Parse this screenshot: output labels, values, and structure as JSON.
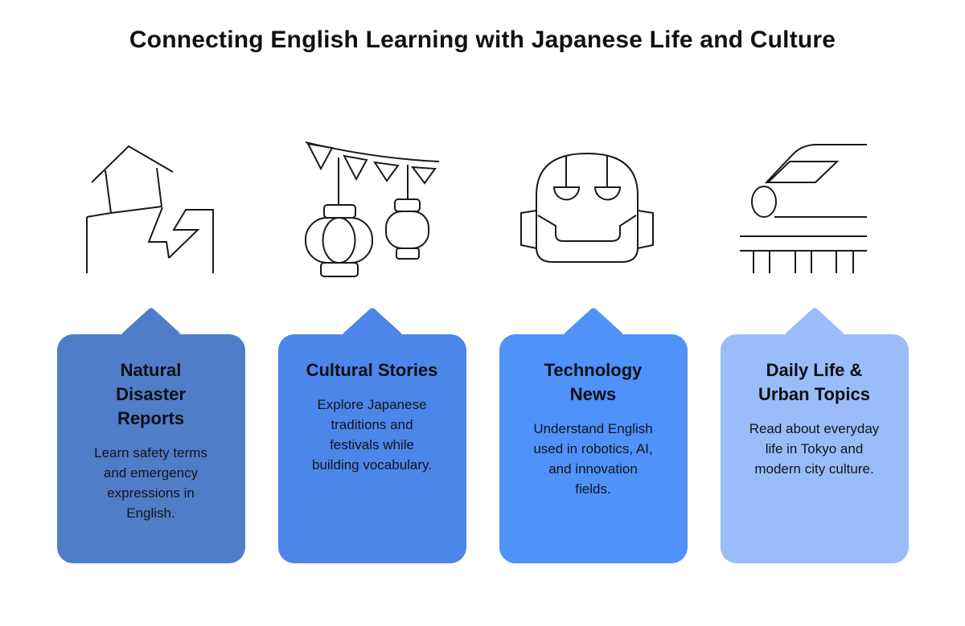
{
  "page": {
    "title": "Connecting English Learning with Japanese Life and Culture",
    "background_color": "#ffffff",
    "title_color": "#111111",
    "icon_stroke_color": "#1a1a1a"
  },
  "cards": [
    {
      "icon": "earthquake-house-icon",
      "color": "#4f7dc8",
      "heading": "Natural\nDisaster\nReports",
      "body": "Learn safety terms\nand emergency\nexpressions in\nEnglish."
    },
    {
      "icon": "festival-lanterns-icon",
      "color": "#4c86e8",
      "heading": "Cultural Stories",
      "body": "Explore Japanese\ntraditions and\nfestivals while\nbuilding vocabulary."
    },
    {
      "icon": "robot-head-icon",
      "color": "#4e92fa",
      "heading": "Technology\nNews",
      "body": "Understand English\nused in robotics, AI,\nand innovation\nfields."
    },
    {
      "icon": "bullet-train-icon",
      "color": "#9abcf9",
      "heading": "Daily Life &\nUrban Topics",
      "body": "Read about everyday\nlife in Tokyo and\nmodern city culture."
    }
  ]
}
